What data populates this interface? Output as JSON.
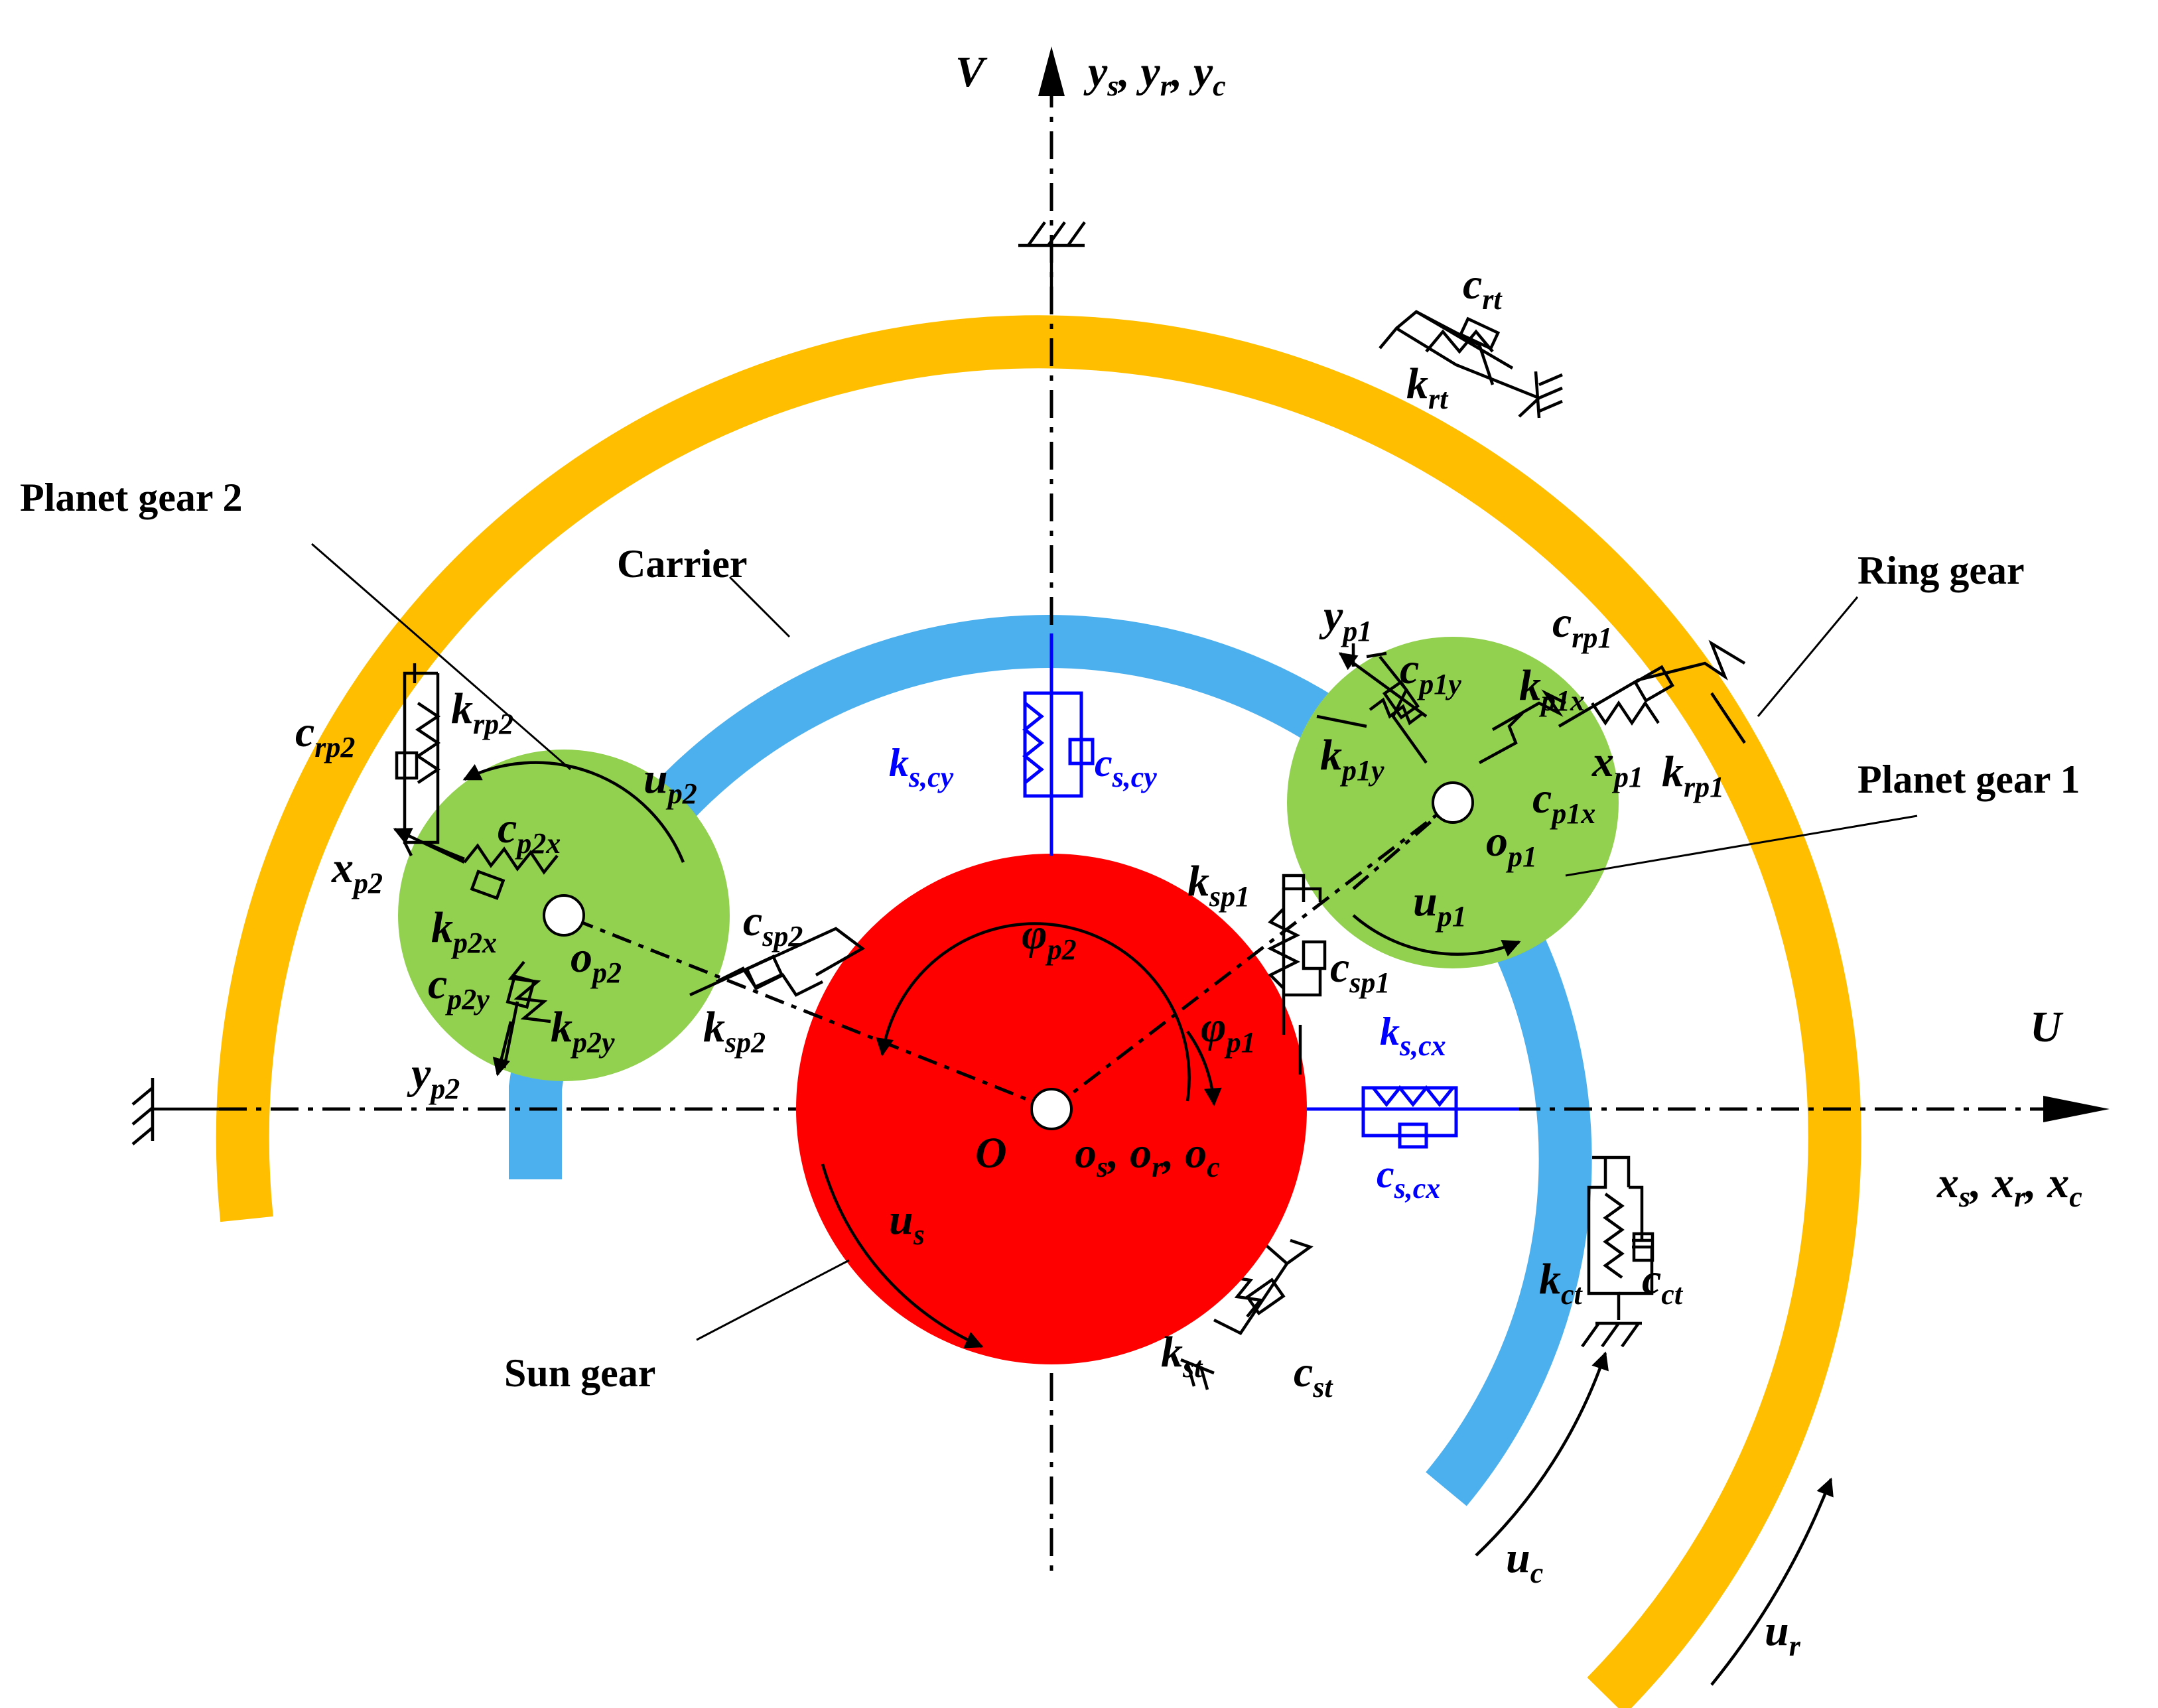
{
  "labels": {
    "planet_gear_2": "Planet gear 2",
    "carrier": "Carrier",
    "ring_gear": "Ring gear",
    "planet_gear_1": "Planet gear 1",
    "sun_gear": "Sun gear"
  },
  "axes": {
    "V": "V",
    "U": "U",
    "y_axis": [
      "y",
      "s",
      ", ",
      "y",
      "r",
      ", ",
      "y",
      "c"
    ],
    "x_axis": [
      "x",
      "s",
      ", ",
      "x",
      "r",
      ", ",
      "x",
      "c"
    ],
    "origin": "O",
    "origin_coords": [
      "o",
      "s",
      ", ",
      "o",
      "r",
      ", ",
      "o",
      "c"
    ]
  },
  "symbols": {
    "c_rt": [
      "c",
      "rt"
    ],
    "k_rt": [
      "k",
      "rt"
    ],
    "y_p1": [
      "y",
      "p1"
    ],
    "c_p1y": [
      "c",
      "p1y"
    ],
    "k_p1x": [
      "k",
      "p1x"
    ],
    "c_rp1": [
      "c",
      "rp1"
    ],
    "x_p1": [
      "x",
      "p1"
    ],
    "k_rp1": [
      "k",
      "rp1"
    ],
    "k_p1y": [
      "k",
      "p1y"
    ],
    "c_p1x": [
      "c",
      "p1x"
    ],
    "o_p1": [
      "o",
      "p1"
    ],
    "u_p1": [
      "u",
      "p1"
    ],
    "k_sp1": [
      "k",
      "sp1"
    ],
    "c_sp1": [
      "c",
      "sp1"
    ],
    "phi_p1": [
      "φ",
      "p1"
    ],
    "phi_p2": [
      "φ",
      "p2"
    ],
    "c_rp2": [
      "c",
      "rp2"
    ],
    "k_rp2": [
      "k",
      "rp2"
    ],
    "u_p2": [
      "u",
      "p2"
    ],
    "x_p2": [
      "x",
      "p2"
    ],
    "c_p2x": [
      "c",
      "p2x"
    ],
    "k_p2x": [
      "k",
      "p2x"
    ],
    "o_p2": [
      "o",
      "p2"
    ],
    "c_p2y": [
      "c",
      "p2y"
    ],
    "k_p2y": [
      "k",
      "p2y"
    ],
    "y_p2": [
      "y",
      "p2"
    ],
    "c_sp2": [
      "c",
      "sp2"
    ],
    "k_sp2": [
      "k",
      "sp2"
    ],
    "u_s": [
      "u",
      "s"
    ],
    "k_st": [
      "k",
      "st"
    ],
    "c_st": [
      "c",
      "st"
    ],
    "k_ct": [
      "k",
      "ct"
    ],
    "c_ct": [
      "c",
      "ct"
    ],
    "u_c": [
      "u",
      "c"
    ],
    "u_r": [
      "u",
      "r"
    ]
  },
  "blue_symbols": {
    "k_s_cy": [
      "k",
      "s,cy"
    ],
    "c_s_cy": [
      "c",
      "s,cy"
    ],
    "k_s_cx": [
      "k",
      "s,cx"
    ],
    "c_s_cx": [
      "c",
      "s,cx"
    ]
  },
  "colors": {
    "ring": "#ffbf00",
    "carrier": "#4db0ee",
    "sun": "#ff0000",
    "planet": "#92d050",
    "support": "#0000ff"
  }
}
